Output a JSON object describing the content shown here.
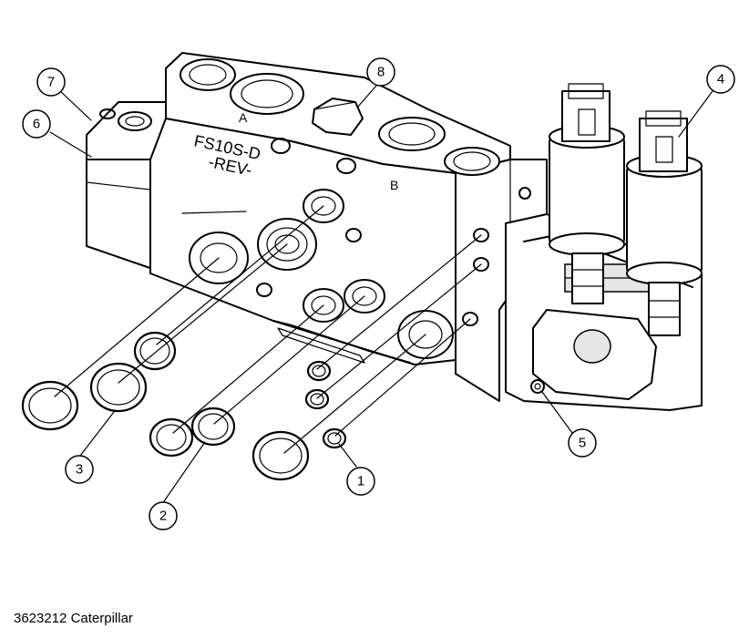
{
  "caption": "3623212 Caterpillar",
  "stamps": {
    "model": "FS10S-D",
    "rev": "-REV-",
    "port_a": "A",
    "port_b": "B"
  },
  "callouts": [
    "1",
    "2",
    "3",
    "4",
    "5",
    "6",
    "7",
    "8"
  ]
}
